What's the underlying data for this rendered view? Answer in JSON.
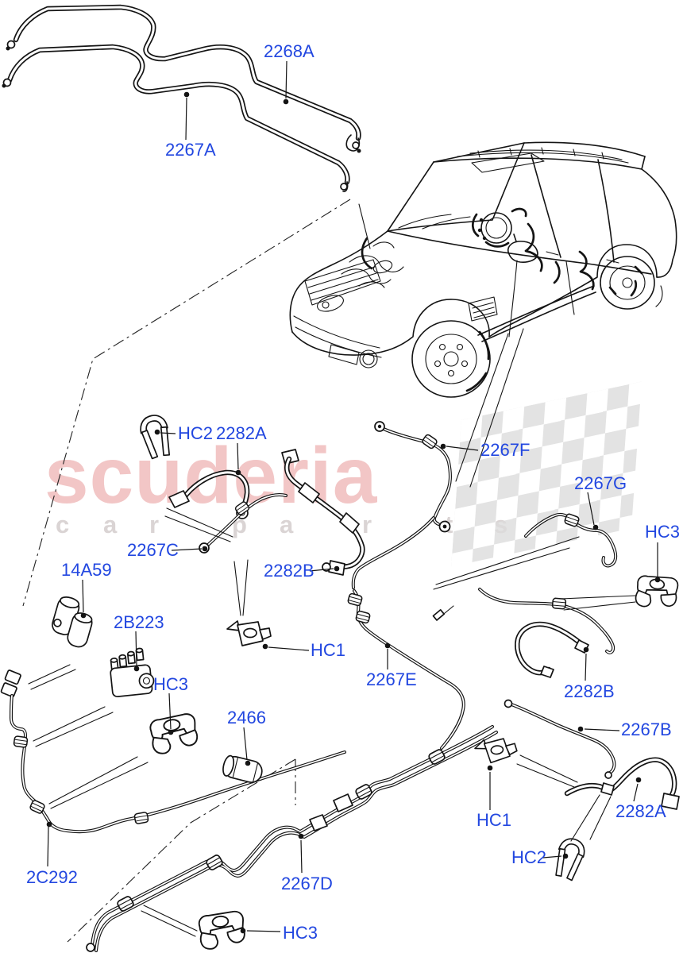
{
  "watermark": {
    "brand": "scuderia",
    "letters": [
      "c",
      "a",
      "r",
      "p",
      "a",
      "r",
      "t",
      "s"
    ]
  },
  "colors": {
    "label_blue": "#2247e0",
    "watermark_pink": "#efb9b9",
    "watermark_gray": "#d6d0d0",
    "checker_gray": "#dcdcdc",
    "line_black": "#141414"
  },
  "labels": [
    {
      "text": "2268A"
    },
    {
      "text": "2267A"
    },
    {
      "text": "HC2"
    },
    {
      "text": "2282A"
    },
    {
      "text": "2267F"
    },
    {
      "text": "2267G"
    },
    {
      "text": "HC3"
    },
    {
      "text": "2267C"
    },
    {
      "text": "2282B"
    },
    {
      "text": "14A59"
    },
    {
      "text": "2B223"
    },
    {
      "text": "HC3"
    },
    {
      "text": "HC1"
    },
    {
      "text": "2267E"
    },
    {
      "text": "2466"
    },
    {
      "text": "2282B"
    },
    {
      "text": "2267B"
    },
    {
      "text": "HC1"
    },
    {
      "text": "2282A"
    },
    {
      "text": "HC2"
    },
    {
      "text": "2C292"
    },
    {
      "text": "2267D"
    },
    {
      "text": "HC3"
    }
  ]
}
